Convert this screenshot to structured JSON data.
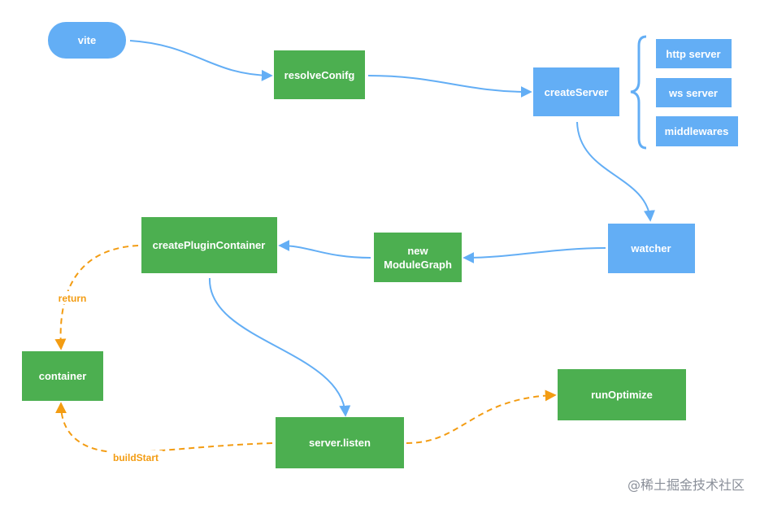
{
  "colors": {
    "blue": "#63aef5",
    "green": "#4caf50",
    "orange": "#f39c12",
    "arrow_blue": "#63aef5",
    "bracket": "#63aef5",
    "watermark": "#8a8f99"
  },
  "nodes": {
    "vite": {
      "label": "vite"
    },
    "resolve_config": {
      "label": "resolveConifg"
    },
    "create_server": {
      "label": "createServer"
    },
    "http_server": {
      "label": "http server"
    },
    "ws_server": {
      "label": "ws server"
    },
    "middlewares": {
      "label": "middlewares"
    },
    "watcher": {
      "label": "watcher"
    },
    "new_module_graph": {
      "line1": "new",
      "line2": "ModuleGraph"
    },
    "create_plugin_container": {
      "label": "createPluginContainer"
    },
    "container": {
      "label": "container"
    },
    "server_listen": {
      "label": "server.listen"
    },
    "run_optimize": {
      "label": "runOptimize"
    }
  },
  "edge_labels": {
    "return": "return",
    "build_start": "buildStart"
  },
  "watermark": "@稀土掘金技术社区"
}
